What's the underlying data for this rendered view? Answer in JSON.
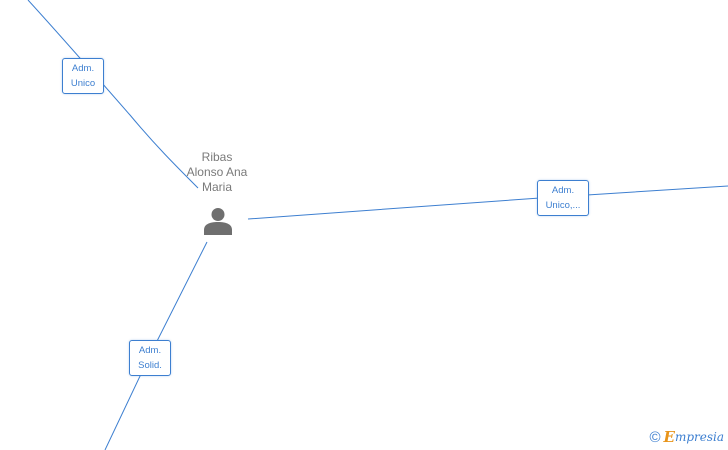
{
  "person": {
    "name_lines": [
      "Ribas",
      "Alonso Ana",
      "Maria"
    ]
  },
  "edges": [
    {
      "label_lines": [
        "Adm.",
        "Unico"
      ]
    },
    {
      "label_lines": [
        "Adm.",
        "Unico,..."
      ]
    },
    {
      "label_lines": [
        "Adm.",
        "Solid."
      ]
    }
  ],
  "footer": {
    "copyright_symbol": "©",
    "brand_initial": "E",
    "brand_rest": "mpresia"
  },
  "colors": {
    "edge": "#3d7fd0",
    "node_icon": "#6f6f6f",
    "name_text": "#7a7a7a",
    "brand_accent": "#e8941a"
  },
  "icons": {
    "person": "person-silhouette-icon",
    "copyright": "copyright-icon"
  }
}
